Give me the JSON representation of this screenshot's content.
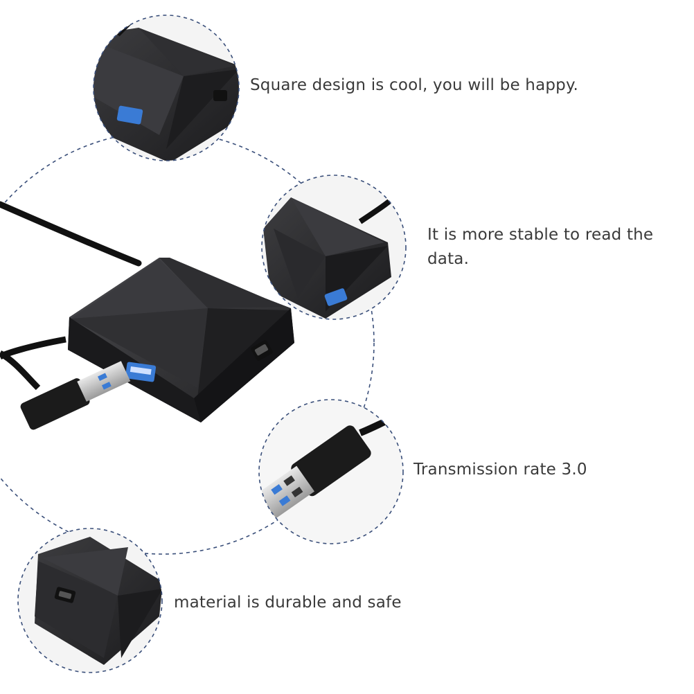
{
  "features": [
    {
      "text": "Square design is cool, you will be happy."
    },
    {
      "text": "It is more stable to read the data."
    },
    {
      "text": "Transmission rate 3.0"
    },
    {
      "text": "material is durable and safe"
    }
  ],
  "colors": {
    "background": "#ffffff",
    "hub_body": "#2b2b2d",
    "hub_panel": "#3a3a3d",
    "usb_port_blue": "#3a7bd5",
    "usb_plug_metal": "#c8c8c8",
    "dashed_outline": "#3a4f7a",
    "caption_text": "#3a3a3a"
  },
  "icons": [
    "usb-hub-product-photo",
    "usb-a-plug",
    "usb-port"
  ]
}
